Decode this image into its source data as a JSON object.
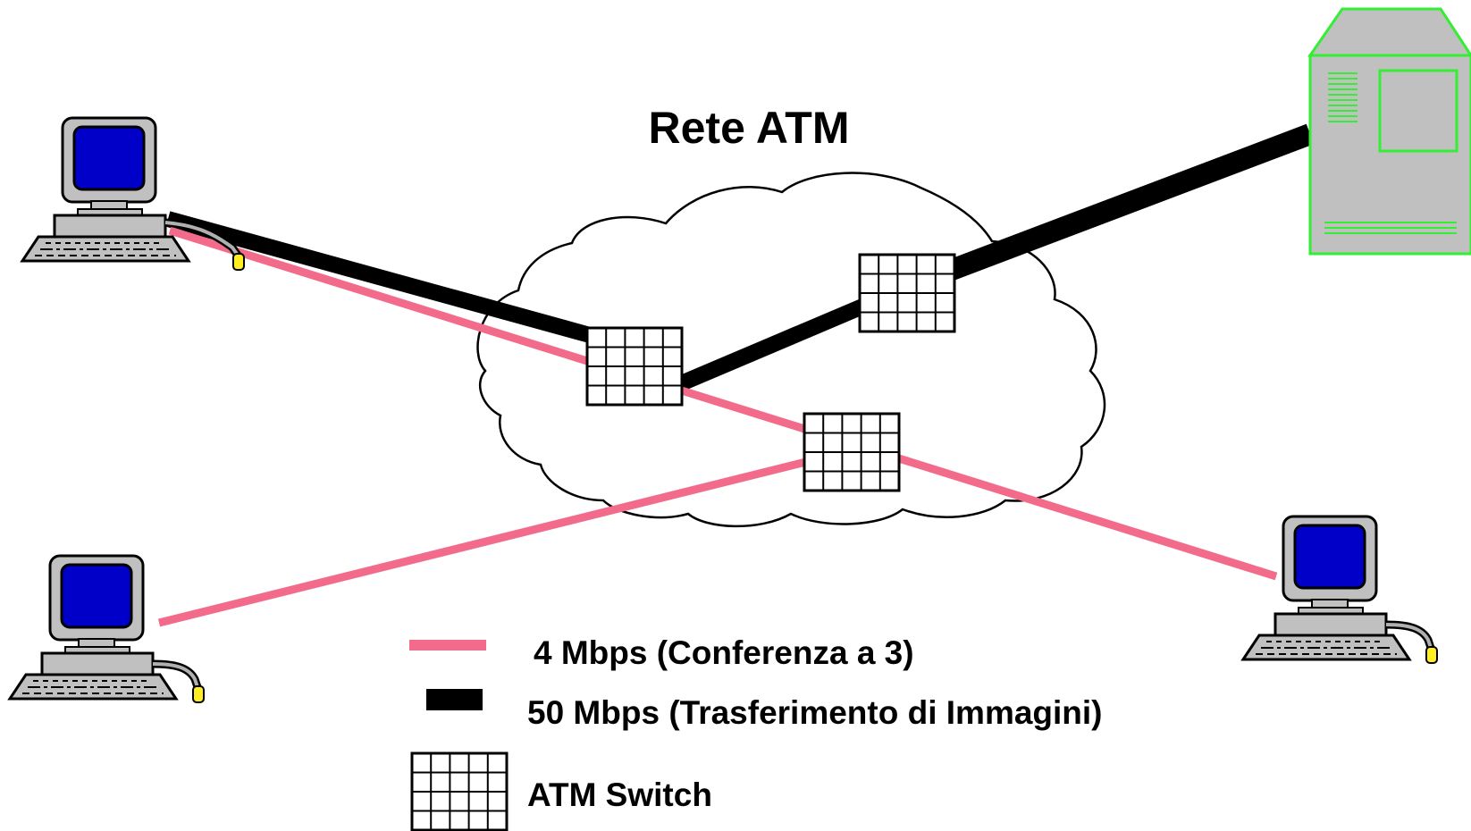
{
  "title": "Rete ATM",
  "legend": {
    "pink_line": "4 Mbps (Conferenza a 3)",
    "black_line": "50 Mbps (Trasferimento di Immagini)",
    "switch": "ATM Switch"
  },
  "colors": {
    "pink_link": "#f26b8a",
    "black_link": "#000000",
    "monitor_screen": "#0000c8",
    "computer_body": "#c0c0c0",
    "server_outline": "#33ee33",
    "mouse": "#ffee22"
  },
  "icons": {
    "computer": "desktop-computer-icon",
    "server": "server-tower-icon",
    "switch": "atm-switch-icon",
    "network": "network-cloud-icon"
  }
}
